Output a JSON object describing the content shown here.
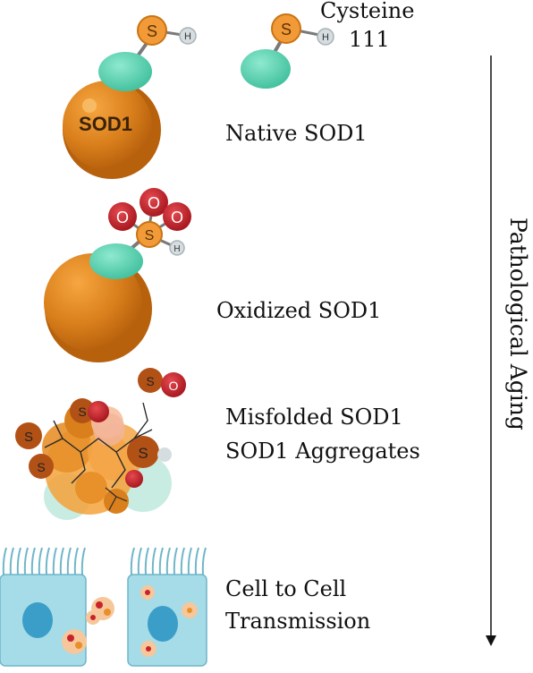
{
  "labels": {
    "cysteine": "Cysteine",
    "residue": "111",
    "native": "Native SOD1",
    "oxidized": "Oxidized SOD1",
    "misfolded": "Misfolded SOD1",
    "aggregates": "SOD1 Aggregates",
    "cell_line1": "Cell to Cell",
    "cell_line2": "Transmission",
    "pathological": "Pathological Aging"
  },
  "glyphs": {
    "sod1_body": "SOD1",
    "sulfur": "S",
    "hydrogen": "H",
    "oxygen": "O"
  },
  "colors": {
    "sod_orange": "#d97f1c",
    "sulfur_orange": "#f29a38",
    "cys_teal": "#5fd6b4",
    "oxygen_red": "#c8232c",
    "hydrogen_grey": "#d6dde0",
    "cell_blue": "#9fd6e6",
    "nucleus_blue": "#3a9ec8"
  }
}
